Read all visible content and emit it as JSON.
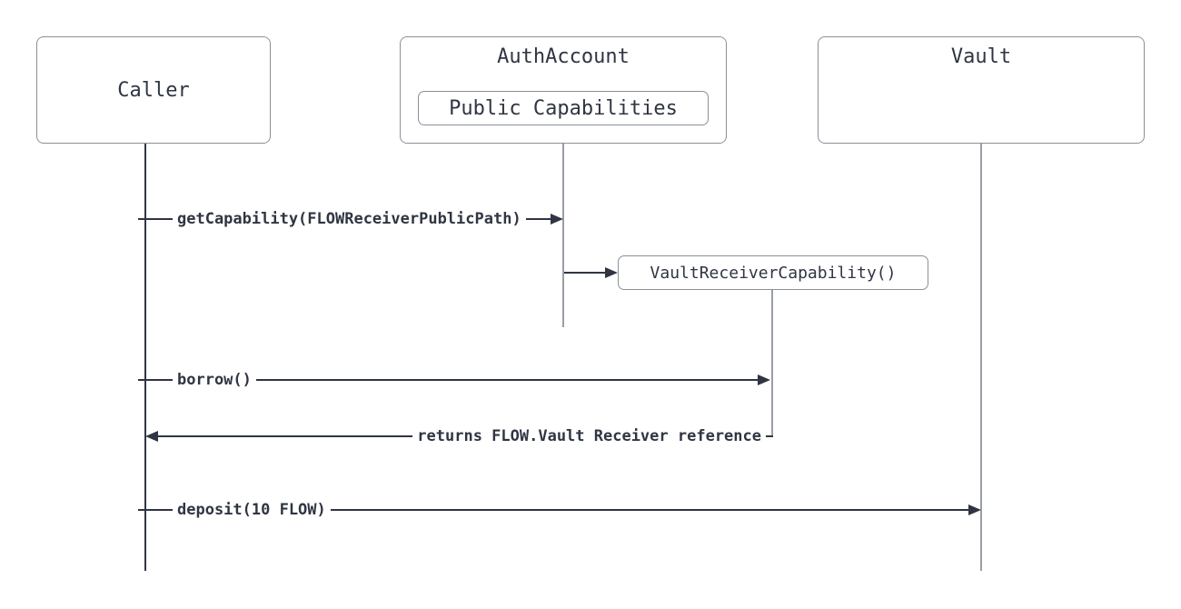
{
  "diagram": {
    "type": "sequence",
    "colors": {
      "ink": "#2f3542",
      "lifeline_gray": "#999ea6",
      "box_border": "#8a9099",
      "background": "#ffffff"
    },
    "actors": [
      {
        "id": "caller",
        "label": "Caller"
      },
      {
        "id": "auth-account",
        "label": "AuthAccount",
        "nested": "Public Capabilities"
      },
      {
        "id": "vault",
        "label": "Vault"
      }
    ],
    "objects": [
      {
        "id": "vault-receiver-capability",
        "label": "VaultReceiverCapability()"
      }
    ],
    "messages": [
      {
        "from": "Caller",
        "to": "AuthAccount",
        "type": "call",
        "label": "getCapability(FLOWReceiverPublicPath)"
      },
      {
        "from": "AuthAccount",
        "to": "VaultReceiverCapability()",
        "type": "create",
        "label": ""
      },
      {
        "from": "Caller",
        "to": "VaultReceiverCapability()",
        "type": "call",
        "label": "borrow()"
      },
      {
        "from": "VaultReceiverCapability()",
        "to": "Caller",
        "type": "return",
        "label": "returns FLOW.Vault Receiver reference"
      },
      {
        "from": "Caller",
        "to": "Vault",
        "type": "call",
        "label": "deposit(10 FLOW)"
      }
    ]
  }
}
